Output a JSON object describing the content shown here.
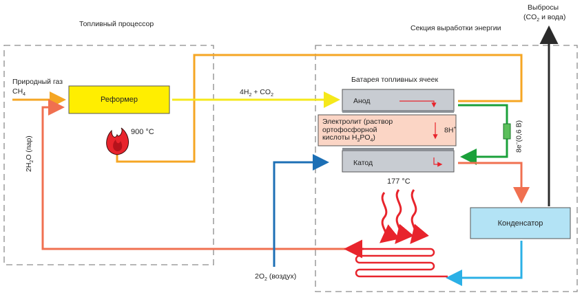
{
  "labels": {
    "fuel_processor": "Топливный процессор",
    "power_section": "Секция выработки энергии",
    "emissions_title": "Выбросы",
    "emissions_detail": [
      "(CO",
      "2",
      " и вода)"
    ],
    "natural_gas": "Природный газ",
    "methane": [
      "CH",
      "4"
    ],
    "water_steam": [
      "2H",
      "2",
      "O (пар)"
    ],
    "hydrogen_co2": [
      "4H",
      "2",
      " + CO",
      "2"
    ],
    "stack_title": "Батарея топливных ячеек",
    "reformer_temp": "900 °C",
    "stack_temp": "177 °C",
    "electron_flow": [
      "8e",
      "–",
      "(0,6 В)"
    ],
    "air": [
      "2O",
      "2",
      " (воздух)"
    ]
  },
  "boxes": {
    "reformer": "Реформер",
    "anode": "Анод",
    "cathode": "Катод",
    "electrolyte_lines": [
      "Электролит (раствор",
      "ортофосфорной",
      "кислоты H",
      "3",
      "PO",
      "4",
      ")"
    ],
    "protons": [
      "8H",
      "+"
    ],
    "condenser": "Конденсатор"
  },
  "colors": {
    "orange": "#f5a623",
    "yellow": "#ffee33",
    "salmon": "#f07050",
    "green": "#1aa03a",
    "blue": "#1c6fb5",
    "lightblue": "#2bb0e6",
    "red": "#e8242c",
    "reformer_fill": "#ffee00",
    "condenser_fill": "#b3e3f5",
    "electrolyte_fill": "#fbd5c5",
    "plate_fill": "#c8ccd2"
  }
}
